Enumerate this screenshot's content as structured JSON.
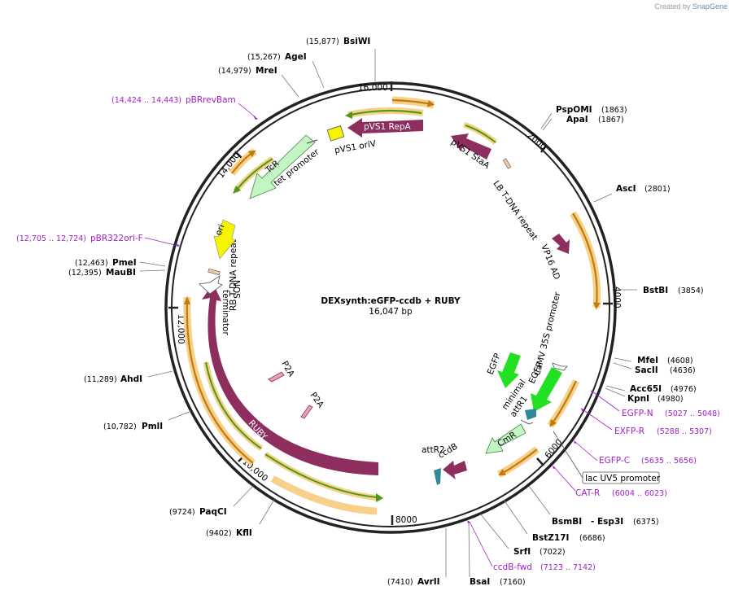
{
  "credit": {
    "prefix": "Created by",
    "brand": "SnapGene"
  },
  "map": {
    "name": "DEXsynth:eGFP-ccdb + RUBY",
    "length_label": "16,047 bp",
    "ticks": [
      "2000",
      "4000",
      "6000",
      "8000",
      "10,000",
      "12,000",
      "14,000",
      "16,000"
    ]
  },
  "sites": [
    {
      "name": "BsiWI",
      "pos": "(15,877)"
    },
    {
      "name": "AgeI",
      "pos": "(15,267)"
    },
    {
      "name": "MreI",
      "pos": "(14,979)"
    },
    {
      "name": "PspOMI",
      "pos": "(1863)"
    },
    {
      "name": "ApaI",
      "pos": "(1867)"
    },
    {
      "name": "AscI",
      "pos": "(2801)"
    },
    {
      "name": "BstBI",
      "pos": "(3854)"
    },
    {
      "name": "MfeI",
      "pos": "(4608)"
    },
    {
      "name": "SacII",
      "pos": "(4636)"
    },
    {
      "name": "Acc65I",
      "pos": "(4976)"
    },
    {
      "name": "KpnI",
      "pos": "(4980)"
    },
    {
      "name": "BsmBI",
      "pos": ""
    },
    {
      "name": "- Esp3I",
      "pos": "(6375)"
    },
    {
      "name": "BstZ17I",
      "pos": "(6686)"
    },
    {
      "name": "SrfI",
      "pos": "(7022)"
    },
    {
      "name": "BsaI",
      "pos": "(7160)"
    },
    {
      "name": "AvrII",
      "pos": "(7410)"
    },
    {
      "name": "KflI",
      "pos": "(9402)"
    },
    {
      "name": "PaqCI",
      "pos": "(9724)"
    },
    {
      "name": "PmlI",
      "pos": "(10,782)"
    },
    {
      "name": "AhdI",
      "pos": "(11,289)"
    },
    {
      "name": "PmeI",
      "pos": "(12,463)"
    },
    {
      "name": "MauBI",
      "pos": "(12,395)"
    }
  ],
  "primers": [
    {
      "name": "pBRrevBam",
      "range": "(14,424 .. 14,443)"
    },
    {
      "name": "pBR322ori-F",
      "range": "(12,705 .. 12,724)"
    },
    {
      "name": "EGFP-N",
      "range": "(5027 .. 5048)"
    },
    {
      "name": "EXFP-R",
      "range": "(5288 .. 5307)"
    },
    {
      "name": "EGFP-C",
      "range": "(5635 .. 5656)"
    },
    {
      "name": "CAT-R",
      "range": "(6004 .. 6023)"
    },
    {
      "name": "ccdB-fwd",
      "range": "(7123 .. 7142)"
    }
  ],
  "features": {
    "pvs1_repa": "pVS1 RepA",
    "pvs1_oriv": "pVS1 oriV",
    "pvs1_staa": "pVS1 StaA",
    "lb_repeat": "LB T-DNA repeat",
    "vp16": "VP16 AD",
    "camv35s": "CaMV 35S promoter",
    "egfp1": "EGFP",
    "egfp2": "EGFP",
    "minimal": "minimal",
    "attr1": "attR1",
    "cmr": "CmR",
    "lac_uv5": "lac UV5 promoter",
    "attr2": "attR2",
    "ccdb": "ccdB",
    "ruby": "RUBY",
    "p2a_1": "P2A",
    "p2a_2": "P2A",
    "nos": "NOS",
    "nos_term": "terminator",
    "rb_repeat": "RB T-DNA repeat",
    "ori": "ori",
    "tcr": "TcR",
    "tet_promoter": "tet promoter"
  },
  "colors": {
    "backbone": "#222222",
    "repa": "#8e2e5f",
    "orf_halo": "#f7d08a",
    "orf_arrow": "#c07c10",
    "green_arrow": "#4c9a18",
    "primer": "#a020c8",
    "egfp": "#22e022",
    "teal": "#2e8a96",
    "ori_yellow": "#f5f500",
    "tcr_green": "#c4f5c4"
  }
}
